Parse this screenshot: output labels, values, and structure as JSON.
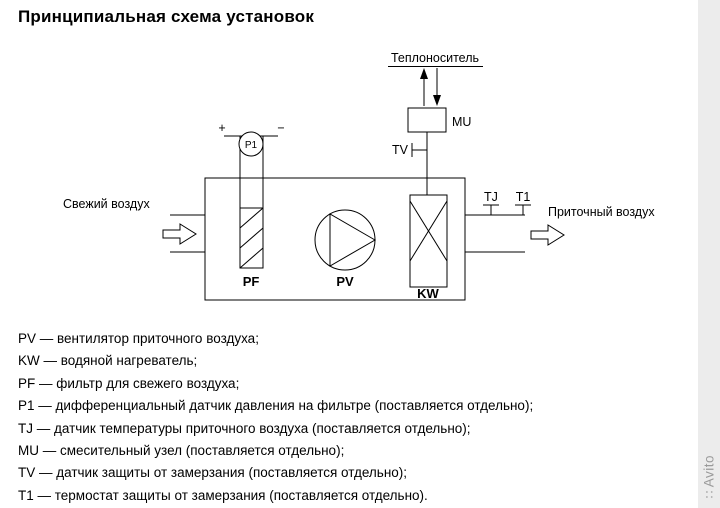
{
  "page": {
    "title": "Принципиальная схема установок"
  },
  "diagram": {
    "labels": {
      "heat_carrier": "Теплоноситель",
      "fresh_air": "Свежий воздух",
      "supply_air": "Приточный воздух",
      "mu": "MU",
      "tv": "TV",
      "tj": "TJ",
      "t1": "T1",
      "p1": "P1",
      "plus": "+",
      "minus": "−",
      "pf": "PF",
      "pv": "PV",
      "kw": "KW"
    }
  },
  "legend": {
    "items": [
      {
        "text": "PV — вентилятор приточного воздуха;"
      },
      {
        "text": "KW — водяной нагреватель;"
      },
      {
        "text": "PF — фильтр для свежего воздуха;"
      },
      {
        "text": "P1 — дифференциальный датчик давления на фильтре (поставляется отдельно);"
      },
      {
        "text": "TJ — датчик температуры приточного воздуха (поставляется отдельно);"
      },
      {
        "text": "MU — смесительный узел (поставляется отдельно);"
      },
      {
        "text": "TV — датчик защиты от замерзания (поставляется отдельно);"
      },
      {
        "text": "T1 — термостат защиты от замерзания (поставляется отдельно)."
      }
    ]
  },
  "watermark": {
    "logo_glyph": "∷",
    "text": "Avito"
  }
}
